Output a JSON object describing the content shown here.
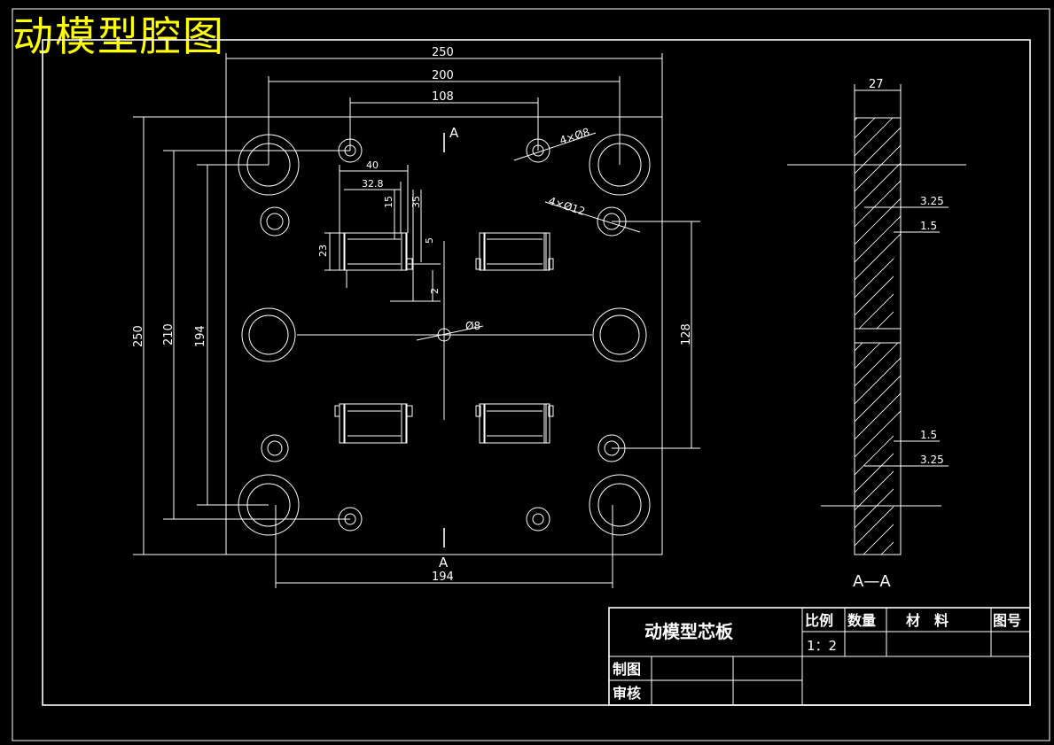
{
  "banner_title": "动模型腔图",
  "dims": {
    "top_250": "250",
    "top_200": "200",
    "top_108": "108",
    "left_250": "250",
    "left_210": "210",
    "left_194": "194",
    "right_128": "128",
    "bottom_194": "194",
    "cav_40": "40",
    "cav_32_8": "32.8",
    "cav_15": "15",
    "cav_35": "35",
    "cav_23": "23",
    "cav_5": "5",
    "cav_2": "2",
    "holes_4x8": "4×Ø8",
    "holes_4x12": "4×Ø12",
    "center_8": "Ø8",
    "section_27": "27",
    "sec_325_top": "3.25",
    "sec_15_top": "1.5",
    "sec_15_bot": "1.5",
    "sec_325_bot": "3.25"
  },
  "section_marks": {
    "top": "A",
    "bottom": "A",
    "view_label": "A—A"
  },
  "title_block": {
    "part_name": "动模型芯板",
    "scale_label": "比例",
    "qty_label": "数量",
    "material_label": "材　料",
    "drawing_no_label": "图号",
    "scale_value": "1：2",
    "drawn_label": "制图",
    "checked_label": "审核"
  }
}
